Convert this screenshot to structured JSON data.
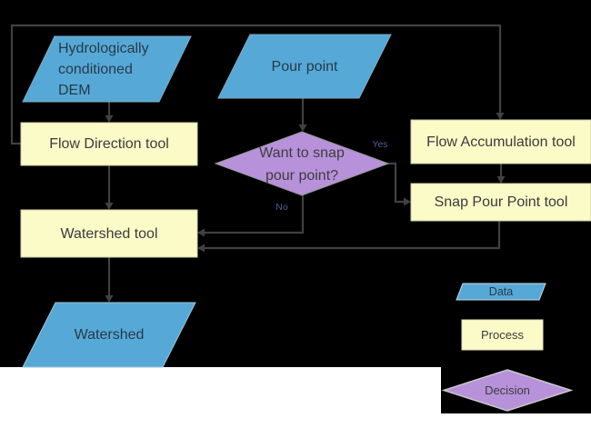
{
  "colors": {
    "background_main": "#000000",
    "page": "#ffffff",
    "data_fill": "#56a9d6",
    "process_fill": "#fbfbc8",
    "decision_fill": "#b791da",
    "connector": "#414141"
  },
  "nodes": {
    "dem": {
      "type": "data",
      "label": "Hydrologically conditioned DEM",
      "lines": [
        "Hydrologically",
        "conditioned",
        "DEM"
      ]
    },
    "pour_point": {
      "type": "data",
      "label": "Pour point"
    },
    "flow_direction": {
      "type": "process",
      "label": "Flow Direction tool"
    },
    "flow_accumulation": {
      "type": "process",
      "label": "Flow Accumulation tool"
    },
    "snap_pour_point": {
      "type": "process",
      "label": "Snap Pour Point tool"
    },
    "snap_decision": {
      "type": "decision",
      "label": "Want to snap pour point?",
      "lines": [
        "Want to snap",
        "pour point?"
      ]
    },
    "watershed_tool": {
      "type": "process",
      "label": "Watershed tool"
    },
    "watershed": {
      "type": "data",
      "label": "Watershed"
    }
  },
  "edges": {
    "yes_label": "Yes",
    "no_label": "No"
  },
  "legend": {
    "data_label": "Data",
    "process_label": "Process",
    "decision_label": "Decision"
  }
}
